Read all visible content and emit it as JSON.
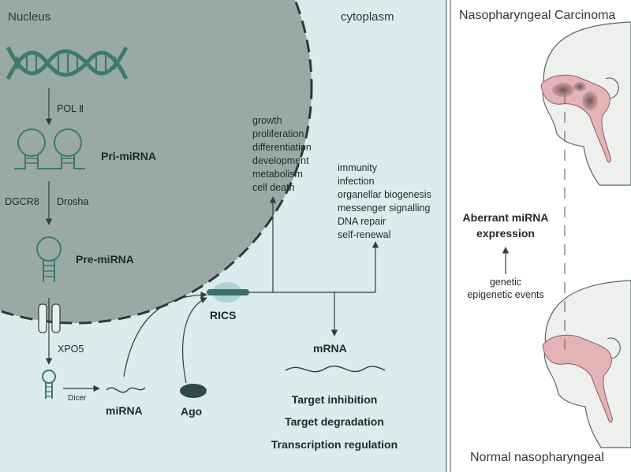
{
  "regions": {
    "nucleus": "Nucleus",
    "cytoplasm": "cytoplasm"
  },
  "nuclear_pathway": {
    "pol": "POL Ⅱ",
    "pri_mirna": "Pri-miRNA",
    "dgcr8": "DGCR8",
    "drosha": "Drosha",
    "pre_mirna": "Pre-miRNA",
    "xpo5": "XPO5"
  },
  "cytoplasm_pathway": {
    "dicer": "Dicer",
    "mirna": "miRNA",
    "ago": "Ago",
    "rics": "RICS",
    "mrna": "mRNA"
  },
  "functions_left": [
    "growth",
    "proliferation",
    "differentiation",
    "development",
    "metabolism",
    "cell death"
  ],
  "functions_right": [
    "immunity",
    "infection",
    "organellar biogenesis",
    "messenger signalling",
    "DNA repair",
    "self-renewal"
  ],
  "outcomes": [
    "Target inhibition",
    "Target degradation",
    "Transcription regulation"
  ],
  "disease_panel": {
    "top_title": "Nasopharyngeal Carcinoma",
    "aberrant_line1": "Aberrant miRNA",
    "aberrant_line2": "expression",
    "cause_line1": "genetic",
    "cause_line2": "epigenetic events",
    "bottom_title": "Normal nasopharyngeal"
  },
  "colors": {
    "cytoplasm_bg": "#dcebeb",
    "nucleus_fill": "#9aa9a6",
    "mirna_green": "#3d7a6a",
    "pharynx_pink": "#e3b3b5",
    "head_fill": "#eef0ee",
    "tumor": "#8f6b6e"
  }
}
